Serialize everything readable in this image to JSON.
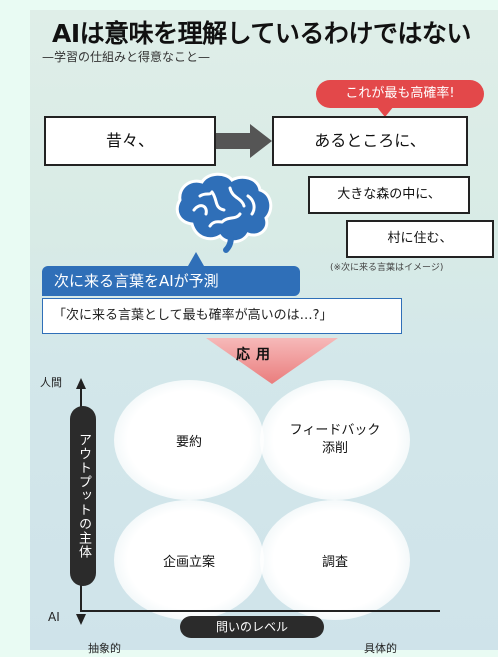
{
  "title": "AIは意味を理解しているわけではない",
  "subtitle": "—学習の仕組みと得意なこと—",
  "flow": {
    "probability_badge": "これが最も高確率!",
    "past": "昔々、",
    "first": "あるところに、",
    "second": "大きな森の中に、",
    "third": "村に住む、",
    "note": "(※次に来る言葉はイメージ)"
  },
  "prediction": {
    "banner": "次に来る言葉をAIが予測",
    "question": "「次に来る言葉として最も確率が高いのは…?」"
  },
  "application": {
    "label": "応用",
    "y_axis_title": "アウトプットの主体",
    "y_top": "人間",
    "y_bottom": "AI",
    "x_axis_title": "問いのレベル",
    "x_left": "抽象的",
    "x_right": "具体的",
    "quadrants": {
      "summary": "要約",
      "feedback_line1": "フィードバック",
      "feedback_line2": "添削",
      "planning": "企画立案",
      "research": "調査"
    }
  },
  "colors": {
    "accent_red": "#e3484a",
    "accent_blue": "#2f6fb8",
    "arrow_gray": "#555555",
    "apply_pink": "#f2a3a3"
  },
  "icons": [
    "brain-icon",
    "right-arrow-icon",
    "down-triangle-icon"
  ]
}
